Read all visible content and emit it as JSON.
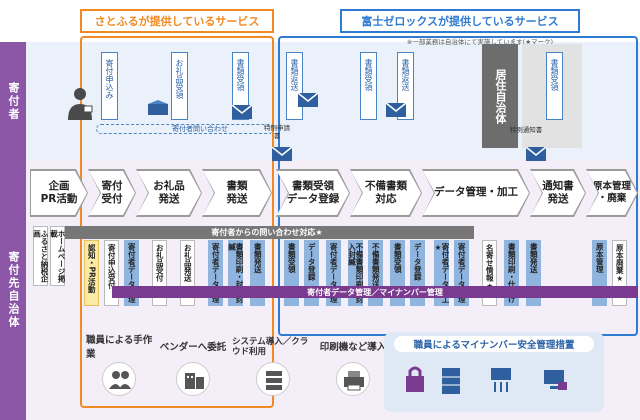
{
  "callouts": {
    "satofull": "さとふるが提供しているサービス",
    "fujixerox": "富士ゼロックスが提供しているサービス",
    "fujixerox_note": "※一部業務は自治体にて実施しています(★マーク)"
  },
  "lanes": {
    "donor": "寄付者",
    "municipality": "寄付先自治体"
  },
  "residence_label": "居住自治体",
  "top_docs": [
    {
      "label": "寄付申込み"
    },
    {
      "label": "お礼品受領"
    },
    {
      "label": "書類受領"
    },
    {
      "label": "書類返送"
    },
    {
      "label": "書類受領"
    },
    {
      "label": "書類返送"
    },
    {
      "label": "書類受領"
    }
  ],
  "inquiry_label": "寄付者問い合わせ",
  "tokurei_label": "特例申請書",
  "tokurei_notice": "特例通知書",
  "process_steps": [
    {
      "label": "企画\nPR活動"
    },
    {
      "label": "寄付\n受付"
    },
    {
      "label": "お礼品\n発送"
    },
    {
      "label": "書類\n発送"
    },
    {
      "label": "書類受領\nデータ登録"
    },
    {
      "label": "不備書類\n対応"
    },
    {
      "label": "データ管理・加工"
    },
    {
      "label": "通知書\n発送"
    },
    {
      "label": "原本管理\n・廃棄"
    }
  ],
  "grey_bar": "寄付者からの問い合わせ対応★",
  "purple_bar": "寄付者データ管理／マイナンバー管理",
  "tasks_left": [
    "ふるさと納税企画",
    "ホームページ掲載"
  ],
  "tasks_yellow": [
    "認知・PR活動"
  ],
  "tasks_mid": [
    "寄付申込受付",
    "寄付者データ管理",
    "お礼品受付",
    "お礼品発送",
    "寄付者データ管理",
    "書類印刷・封入封緘",
    "書類発送"
  ],
  "tasks_right": [
    "書類受領",
    "データ登録",
    "寄付者データ管理",
    "不備書類印刷・封入封緘",
    "不備書類発送",
    "書類受領",
    "データ登録",
    "寄付者データ加工★",
    "寄付者データ管理",
    "名寄せ情報★",
    "書類印刷・仕分け",
    "書類発送",
    "原本管理",
    "原本廃棄★"
  ],
  "methods": [
    {
      "label": "職員による手作業"
    },
    {
      "label": "ベンダーへ委託"
    },
    {
      "label": "システム導入／クラウド利用"
    },
    {
      "label": "印刷機など導入"
    }
  ],
  "security_title": "職員によるマイナンバー安全管理措置",
  "colors": {
    "orange": "#f08a24",
    "blue": "#2f7bd1",
    "purple": "#8a56a5",
    "dark_purple": "#7a3a8f",
    "grey_bar": "#777777",
    "task_blue": "#8fb5df"
  }
}
